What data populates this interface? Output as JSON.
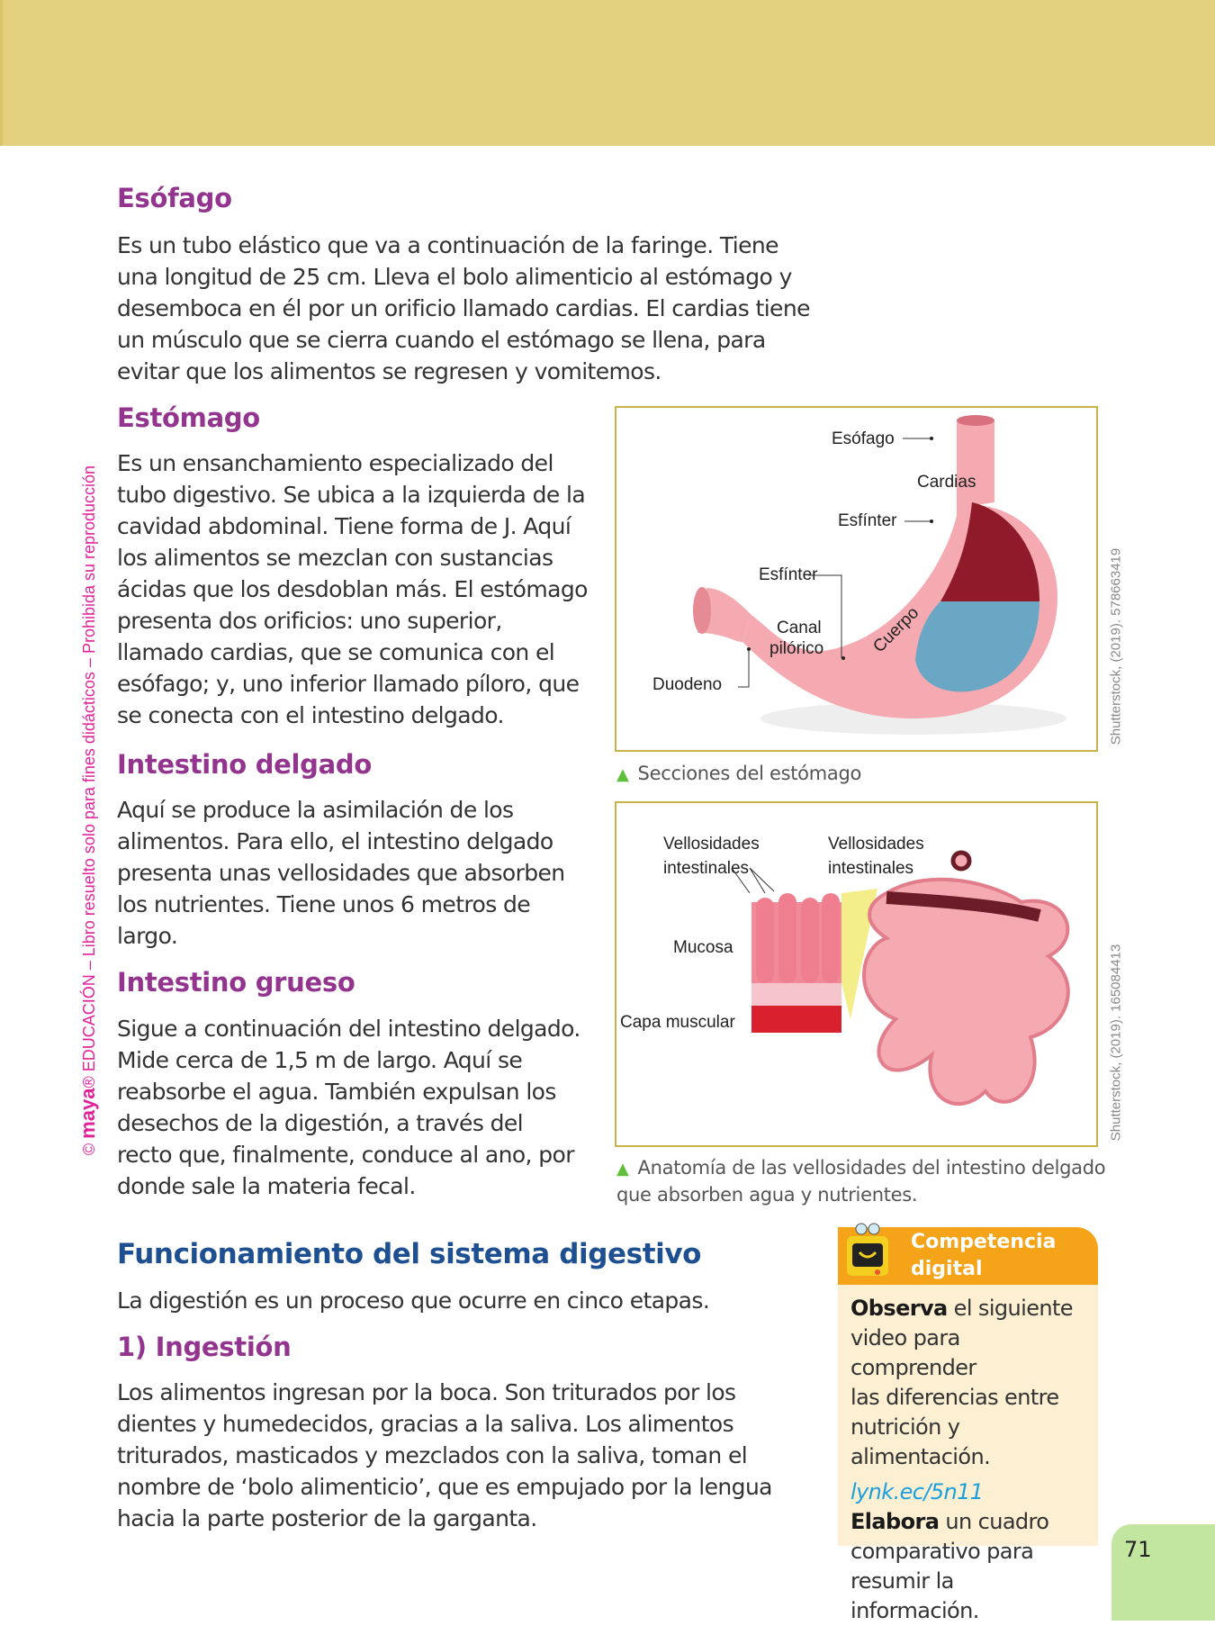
{
  "side_note": {
    "brand": "maya",
    "rest": "EDUCACIÓN – Libro resuelto solo para fines didácticos – Prohibida su reproducción"
  },
  "esofago": {
    "title": "Esófago",
    "lines": [
      "Es un tubo elástico que va a continuación de la faringe. Tiene",
      "una longitud de 25 cm. Lleva el bolo alimenticio al estómago y",
      "desemboca en él por un orificio llamado cardias. El cardias tiene",
      "un músculo que se cierra cuando el estómago se llena, para",
      "evitar que los alimentos se regresen y vomitemos."
    ]
  },
  "estomago": {
    "title": "Estómago",
    "lines": [
      "Es un ensanchamiento especializado del",
      "tubo digestivo. Se ubica a la izquierda de la",
      "cavidad abdominal. Tiene forma de J. Aquí",
      "los alimentos se mezclan con sustancias",
      "ácidas que los desdoblan más. El estómago",
      "presenta dos orificios: uno superior,",
      "llamado cardias, que se comunica con el",
      "esófago; y, uno inferior llamado píloro, que",
      "se conecta con el intestino delgado."
    ]
  },
  "delgado": {
    "title": "Intestino delgado",
    "lines": [
      "Aquí se produce la asimilación de los",
      "alimentos. Para ello, el intestino delgado",
      "presenta unas vellosidades que absorben",
      "los nutrientes. Tiene unos 6 metros de",
      "largo."
    ]
  },
  "grueso": {
    "title": "Intestino grueso",
    "lines": [
      "Sigue a continuación del intestino delgado.",
      "Mide cerca de 1,5 m de largo. Aquí se",
      "reabsorbe el agua. También expulsan los",
      "desechos de la digestión, a través del",
      "recto que, finalmente, conduce al ano, por",
      "donde sale la materia fecal."
    ]
  },
  "figure1": {
    "labels": {
      "esofago": "Esófago",
      "cardias": "Cardias",
      "esfinter_top": "Esfínter",
      "esfinter_low": "Esfínter",
      "canal": "Canal",
      "pilorico": "pilórico",
      "cuerpo": "Cuerpo",
      "duodeno": "Duodeno"
    },
    "caption": "Secciones del estómago",
    "credit": "Shutterstock, (2019). 578663419"
  },
  "figure2": {
    "labels": {
      "vell1a": "Vellosidades",
      "vell1b": "intestinales",
      "vell2a": "Vellosidades",
      "vell2b": "intestinales",
      "mucosa": "Mucosa",
      "capa": "Capa muscular"
    },
    "caption_lines": [
      "Anatomía de las vellosidades del intestino delgado",
      "que absorben agua y nutrientes."
    ],
    "credit": "Shutterstock, (2019). 165084413"
  },
  "funcionamiento": {
    "title": "Funcionamiento del sistema digestivo",
    "intro": "La digestión es un proceso que ocurre en cinco etapas.",
    "step_title": "1)  Ingestión",
    "lines": [
      "Los alimentos ingresan por la boca. Son triturados por los",
      "dientes y humedecidos, gracias a la saliva. Los alimentos",
      "triturados, masticados y mezclados con la saliva, toman el",
      "nombre de ‘bolo alimenticio’, que es empujado por la lengua",
      "hacia la parte posterior de la garganta."
    ]
  },
  "competencia": {
    "title_1": "Competencia",
    "title_2": "digital",
    "observa_bold": "Observa",
    "observa_rest": " el siguiente",
    "lines": [
      "video para comprender",
      "las diferencias entre",
      "nutrición y alimentación."
    ],
    "link": "lynk.ec/5n11",
    "elabora_bold": "Elabora",
    "elabora_rest": " un cuadro",
    "lines2": [
      "comparativo para",
      "resumir la información."
    ]
  },
  "page_number": "71",
  "colors": {
    "band": "#e3d07f",
    "heading": "#93358f",
    "heading2": "#1d4f91",
    "box_header": "#f5a318",
    "box_body": "#fdefd2",
    "page_tab": "#c2e59f"
  }
}
